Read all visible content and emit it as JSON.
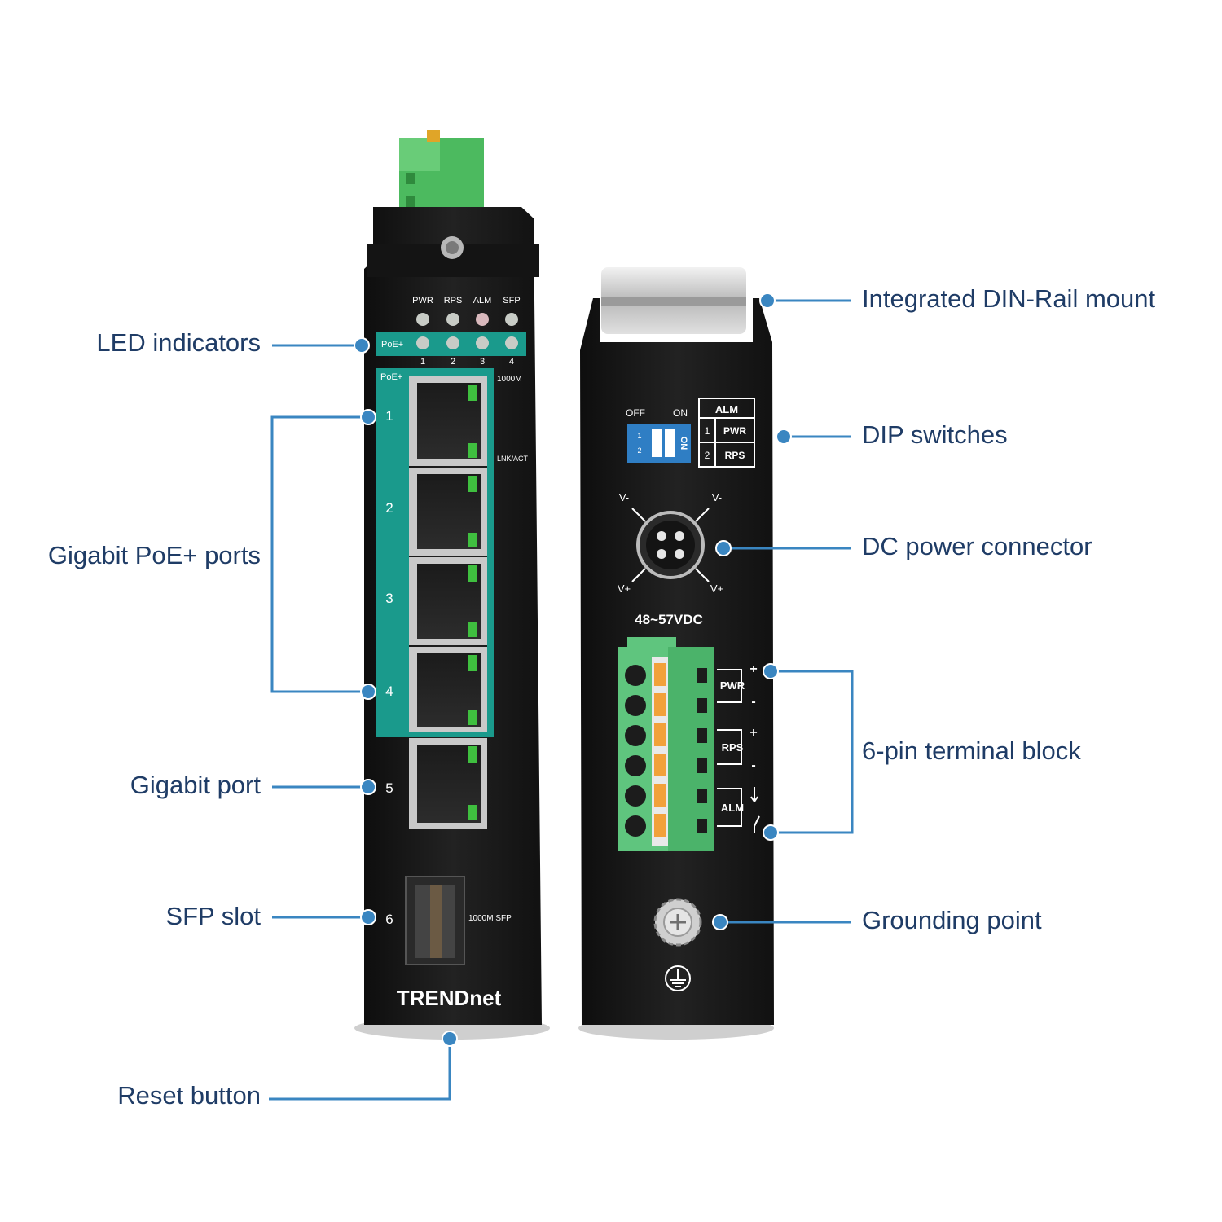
{
  "callouts": {
    "led_indicators": "LED indicators",
    "poe_ports": "Gigabit PoE+ ports",
    "gigabit_port": "Gigabit port",
    "sfp_slot": "SFP slot",
    "reset_button": "Reset button",
    "din_rail": "Integrated DIN-Rail mount",
    "dip_switches": "DIP switches",
    "dc_power": "DC power connector",
    "terminal_block": "6-pin terminal block",
    "grounding": "Grounding point"
  },
  "front_panel": {
    "status_leds": [
      "PWR",
      "RPS",
      "ALM",
      "SFP"
    ],
    "poe_label": "PoE+",
    "port_led_numbers": [
      "1",
      "2",
      "3",
      "4"
    ],
    "poe_label_2": "PoE+",
    "speed_label": "1000M",
    "lnk_label": "LNK/ACT",
    "port_numbers": [
      "1",
      "2",
      "3",
      "4",
      "5"
    ],
    "sfp_number": "6",
    "sfp_label": "1000M SFP",
    "brand": "TRENDnet"
  },
  "side_panel": {
    "dip_off": "OFF",
    "dip_on": "ON",
    "dip_switch_text": "ON",
    "dip_switch_nums": [
      "1",
      "2"
    ],
    "alm_header": "ALM",
    "alm_rows": [
      {
        "num": "1",
        "label": "PWR"
      },
      {
        "num": "2",
        "label": "RPS"
      }
    ],
    "v_minus_left": "V-",
    "v_minus_right": "V-",
    "v_plus_left": "V+",
    "v_plus_right": "V+",
    "voltage": "48~57VDC",
    "tb_labels": [
      "PWR",
      "RPS",
      "ALM"
    ],
    "tb_plus_1": "+",
    "tb_minus_1": "-",
    "tb_plus_2": "+",
    "tb_minus_2": "-",
    "ground_symbol": "⏚"
  },
  "colors": {
    "accent": "#3a86c1",
    "text": "#1f3c66",
    "teal": "#1a9a8c",
    "chassis": "#1c1c1c",
    "terminal_green": "#5fc57e",
    "terminal_orange": "#f2a13a"
  }
}
